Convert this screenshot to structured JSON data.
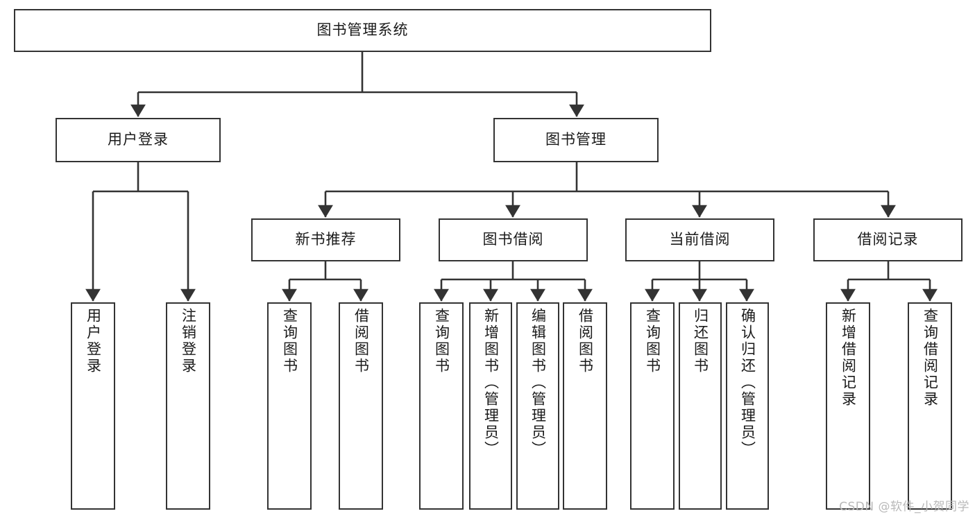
{
  "diagram": {
    "title_node": {
      "label": "图书管理系统"
    },
    "level2": [
      {
        "label": "用户登录"
      },
      {
        "label": "图书管理"
      }
    ],
    "level3": [
      {
        "label": "新书推荐"
      },
      {
        "label": "图书借阅"
      },
      {
        "label": "当前借阅"
      },
      {
        "label": "借阅记录"
      }
    ],
    "leaves": {
      "user_login": [
        {
          "label": "用户登录"
        },
        {
          "label": "注销登录"
        }
      ],
      "new_book": [
        {
          "label": "查询图书"
        },
        {
          "label": "借阅图书"
        }
      ],
      "book_borrow": [
        {
          "label": "查询图书"
        },
        {
          "label": "新增图书（管理员）"
        },
        {
          "label": "编辑图书（管理员）"
        },
        {
          "label": "借阅图书"
        }
      ],
      "current_borrow": [
        {
          "label": "查询图书"
        },
        {
          "label": "归还图书"
        },
        {
          "label": "确认归还（管理员）"
        }
      ],
      "borrow_record": [
        {
          "label": "新增借阅记录"
        },
        {
          "label": "查询借阅记录"
        }
      ]
    }
  },
  "watermark": {
    "text": "CSDN @软件_小贺同学"
  },
  "colors": {
    "stroke": "#333333",
    "background": "#ffffff",
    "text": "#1a1a1a",
    "watermark": "#b9b9b9"
  }
}
